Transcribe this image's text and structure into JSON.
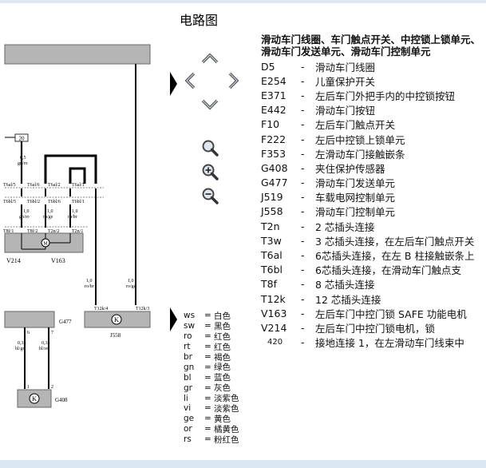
{
  "title": "电路图",
  "legend": {
    "title_lines": [
      "滑动车门线圈、车门触点开关、中控锁上锁单元、",
      "滑动车门发送单元、滑动车门控制单元"
    ],
    "items": [
      {
        "code": "D5",
        "desc": "滑动车门线圈"
      },
      {
        "code": "E254",
        "desc": "儿童保护开关"
      },
      {
        "code": "E371",
        "desc": "左后车门外把手内的中控锁按钮"
      },
      {
        "code": "E442",
        "desc": "滑动车门按钮"
      },
      {
        "code": "F10",
        "desc": "左后车门触点开关"
      },
      {
        "code": "F222",
        "desc": "左后中控锁上锁单元"
      },
      {
        "code": "F353",
        "desc": "左滑动车门接触嵌条"
      },
      {
        "code": "G408",
        "desc": "夹住保护传感器"
      },
      {
        "code": "G477",
        "desc": "滑动车门发送单元"
      },
      {
        "code": "J519",
        "desc": "车载电网控制单元"
      },
      {
        "code": "J558",
        "desc": "滑动车门控制单元"
      },
      {
        "code": "T2n",
        "desc": "2 芯插头连接"
      },
      {
        "code": "T3w",
        "desc": "3 芯插头连接，在左后车门触点开关"
      },
      {
        "code": "T6al",
        "desc": "6芯插头连接，在左 B 柱接触嵌条上"
      },
      {
        "code": "T6bl",
        "desc": "6芯插头连接，在滑动车门触点支"
      },
      {
        "code": "T8f",
        "desc": "8 芯插头连接"
      },
      {
        "code": "T12k",
        "desc": "12 芯插头连接"
      },
      {
        "code": "V163",
        "desc": "左后车门中控门锁 SAFE 功能电机"
      },
      {
        "code": "V214",
        "desc": "左后车门中控门锁电机，锁"
      },
      {
        "code": "420",
        "desc": "接地连接 1，在左滑动车门线束中"
      }
    ],
    "dash": "-"
  },
  "color_key": {
    "eq": "=",
    "items": [
      {
        "code": "ws",
        "name": "白色"
      },
      {
        "code": "sw",
        "name": "黑色"
      },
      {
        "code": "ro",
        "name": "红色"
      },
      {
        "code": "rt",
        "name": "红色"
      },
      {
        "code": "br",
        "name": "褐色"
      },
      {
        "code": "gn",
        "name": "绿色"
      },
      {
        "code": "bl",
        "name": "蓝色"
      },
      {
        "code": "gr",
        "name": "灰色"
      },
      {
        "code": "li",
        "name": "淡紫色"
      },
      {
        "code": "vi",
        "name": "淡紫色"
      },
      {
        "code": "ge",
        "name": "黄色"
      },
      {
        "code": "or",
        "name": "橘黄色"
      },
      {
        "code": "rs",
        "name": "粉红色"
      }
    ]
  },
  "schematic": {
    "box_label": "20",
    "wire_top": {
      "size": "0,5",
      "color": "gn/ro"
    },
    "connectors_row1": [
      "T6al/5",
      "T6al/6",
      "T6al/2",
      "T6al/1"
    ],
    "connectors_row2": [
      "T6bl/5",
      "T6bl/2",
      "T6bl/6",
      "T6bl/1"
    ],
    "wires_mid": [
      {
        "size": "1,0",
        "color": "gn/ro"
      },
      {
        "size": "1,0",
        "color": "ro/ge"
      },
      {
        "size": "1,0",
        "color": "ro/br"
      }
    ],
    "connectors_row3": [
      "T8f/1",
      "T8f/2",
      "T2n/2",
      "T2n/1"
    ],
    "motor_v214": "V214",
    "motor_v163": "V163",
    "wires_j558": [
      {
        "size": "1,0",
        "color": "ro/br"
      },
      {
        "size": "1,0",
        "color": "ro/ge"
      }
    ],
    "connectors_j558": [
      "T12k/4",
      "T12k/3"
    ],
    "j558": "J558",
    "g477": "G477",
    "g477_pins": [
      "6",
      "7"
    ],
    "wires_g408": [
      {
        "size": "0,35",
        "color": "bl/gn"
      },
      {
        "size": "0,35",
        "color": "bl/sw"
      }
    ],
    "g408_pins": [
      "1",
      "2"
    ],
    "g408": "G408"
  },
  "nav": {
    "icons": [
      "arrow-up-icon",
      "arrow-left-icon",
      "arrow-right-icon",
      "arrow-down-icon",
      "zoom-icon",
      "zoom-in-icon",
      "zoom-out-icon"
    ]
  }
}
